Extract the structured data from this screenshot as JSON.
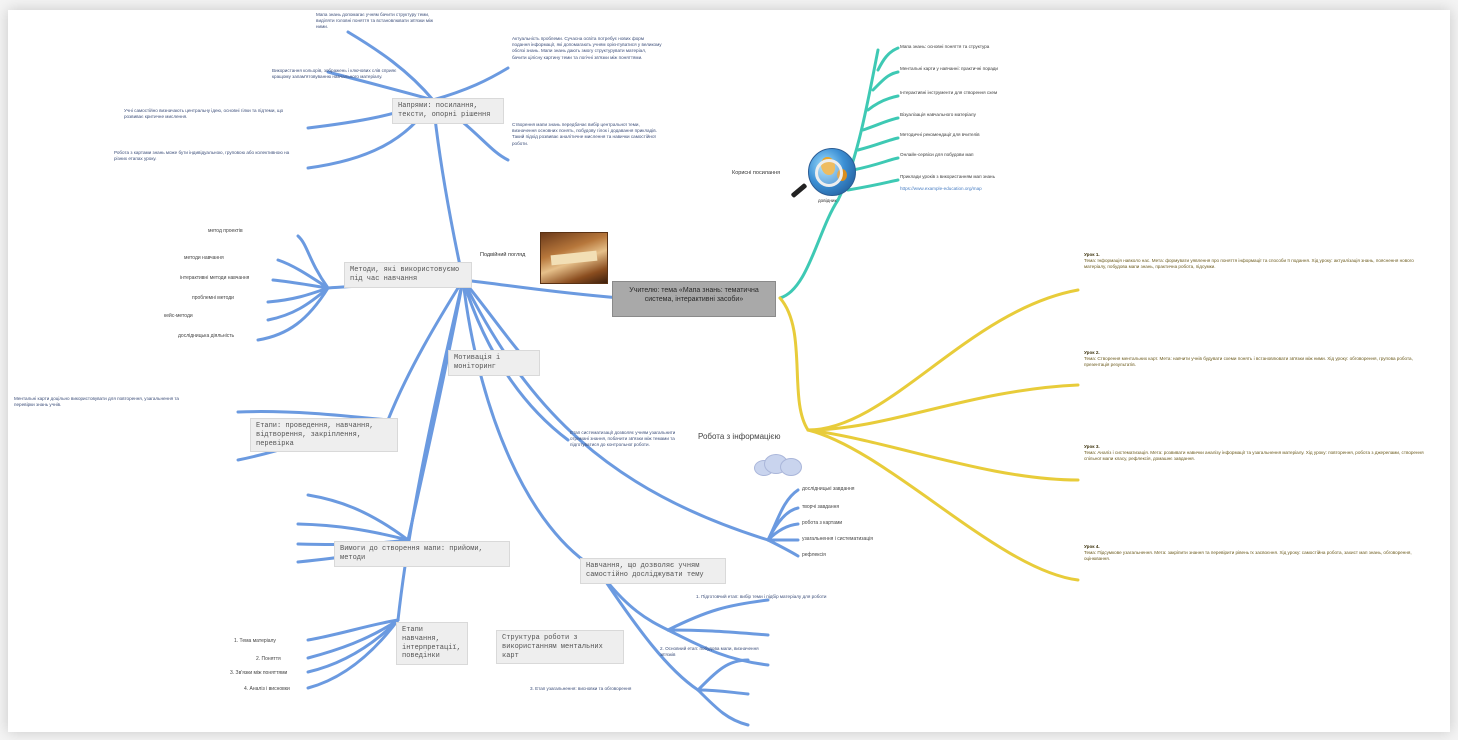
{
  "central_topic": "Учителю: тема «Мапа знань: тематична система, інтерактивні засоби»",
  "image_label_left": "Подвійний погляд",
  "image_label_globe": "Корисні посилання",
  "globe_caption": "довідник",
  "cloud_label": "Робота з інформацією",
  "branches": {
    "b1": "Напрями: посилання, тексти, опорні рішення",
    "b2": "Методи, які використовуємо під час навчання",
    "b3": "Мотивація і моніторинг",
    "b4": "Етапи: проведення, навчання, відтворення, закріплення, перевірка",
    "b5": "Вимоги до створення мапи: прийоми, методи",
    "b6": "Етапи навчання, інтерпретації, поведінки",
    "b7": "Структура роботи з використанням ментальних карт",
    "b8": "Навчання, що дозволяє учням самостійно досліджувати тему"
  },
  "left_small_items": [
    "методи навчання",
    "інтерактивні методи навчання",
    "проблемні методи",
    "кейс-методи",
    "дослідницька діяльність",
    "метод проектів"
  ],
  "right_small_items": [
    "дослідницькі завдання",
    "творчі завдання",
    "робота з картами",
    "узагальнення і систематизація",
    "рефлексія"
  ],
  "bottom_left_items": [
    "1. Тема матеріалу",
    "2. Поняття",
    "3. Зв'язки між поняттями",
    "4. Аналіз і висновки"
  ],
  "bottom_right_items": [
    "1. Підготовчий етап: вибір теми і підбір матеріалу для роботи",
    "2. Основний етап: побудова мапи, визначення зв'язків",
    "3. Етап узагальнення: висновки та обговорення"
  ],
  "links_items": [
    "Мапа знань: основні поняття та структура",
    "Ментальні карти у навчанні: практичні поради",
    "Інтерактивні інструменти для створення схем",
    "Візуалізація навчального матеріалу",
    "Методичні рекомендації для вчителів",
    "Онлайн-сервіси для побудови мап",
    "Приклади уроків з використанням мап знань"
  ],
  "links_url": "https://www.example-education.org/map",
  "yellow_blocks": [
    {
      "title": "Урок 1.",
      "body": "Тема: Інформація навколо нас. Мета: формувати уявлення про поняття інформації та способи її подання. Хід уроку: актуалізація знань, пояснення нового матеріалу, побудова мапи знань, практична робота, підсумки."
    },
    {
      "title": "Урок 2.",
      "body": "Тема: Створення ментальних карт. Мета: навчити учнів будувати схеми понять і встановлювати зв'язки між ними. Хід уроку: обговорення, групова робота, презентація результатів."
    },
    {
      "title": "Урок 3.",
      "body": "Тема: Аналіз і систематизація. Мета: розвивати навички аналізу інформації та узагальнення матеріалу. Хід уроку: повторення, робота з джерелами, створення спільної мапи класу, рефлексія, домашнє завдання."
    },
    {
      "title": "Урок 4.",
      "body": "Тема: Підсумкове узагальнення. Мета: закріпити знання та перевірити рівень їх засвоєння. Хід уроку: самостійна робота, захист мап знань, обговорення, оцінювання."
    }
  ],
  "left_texts": [
    "Мапа знань допомагає учням бачити структуру теми, виділяти головні поняття та встановлювати зв'язки між ними.",
    "Використання кольорів, зображень і ключових слів сприяє кращому запам'ятовуванню навчального матеріалу.",
    "Учні самостійно визначають центральну ідею, основні гілки та підтеми, що розвиває критичне мислення.",
    "Робота з картами знань може бути індивідуальною, груповою або колективною на різних етапах уроку.",
    "Ментальні карти доцільно використовувати для повторення, узагальнення та перевірки знань учнів."
  ],
  "top_mid_text": "Актуальність проблеми. Сучасна освіта потребує нових форм подання інформації, які допомагають учням орієнтуватися у великому обсязі знань. Мапи знань дають змогу структурувати матеріал, бачити цілісну картину теми та логічні зв'язки між поняттями.",
  "mid_text": "Створення мапи знань передбачає вибір центральної теми, визначення основних понять, побудову гілок і додавання прикладів. Такий підхід розвиває аналітичне мислення та навички самостійної роботи.",
  "lower_mid_text": "Етап систематизації дозволяє учням узагальнити отримані знання, побачити зв'язки між темами та підготуватися до контрольної роботи."
}
